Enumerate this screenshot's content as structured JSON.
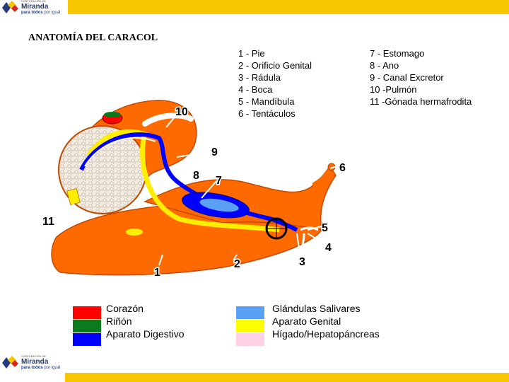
{
  "header": {
    "logo": {
      "small_text": "CORPORACIÓN DE",
      "brand": "Miranda",
      "tagline_bold": "para todos",
      "tagline_rest": "por igual"
    }
  },
  "title": "ANATOMÍA DEL CARACOL",
  "parts_list": {
    "column1": [
      "1 - Pie",
      "2 - Orificio Genital",
      "3 - Rádula",
      "4 - Boca",
      "5 - Mandíbula",
      "6 - Tentáculos"
    ],
    "column2": [
      "7 - Estomago",
      "8 - Ano",
      "9 - Canal Excretor",
      "10 -Pulmón",
      "11 -Gónada hermafrodita"
    ]
  },
  "diagram": {
    "callout_numbers": [
      "1",
      "2",
      "3",
      "4",
      "5",
      "6",
      "7",
      "8",
      "9",
      "10",
      "11"
    ]
  },
  "color_key": [
    {
      "label": "Corazón",
      "color": "#ff0000"
    },
    {
      "label": "Riñón",
      "color": "#0a7a1e"
    },
    {
      "label": "Aparato Digestivo",
      "color": "#0000ff"
    },
    {
      "label": "Glándulas Salivares",
      "color": "#5aa0f5"
    },
    {
      "label": "Aparato Genital",
      "color": "#ffff00"
    },
    {
      "label": "Hígado/Hepatopáncreas",
      "color": "#ffd0e6"
    }
  ],
  "colors": {
    "accent_yellow": "#f7c600",
    "body_orange": "#ff6a00",
    "shell_beige": "#f3ece1"
  },
  "footer": {
    "logo": {
      "small_text": "CORPORACIÓN DE",
      "brand": "Miranda",
      "tagline_bold": "para todos",
      "tagline_rest": "por igual"
    }
  }
}
